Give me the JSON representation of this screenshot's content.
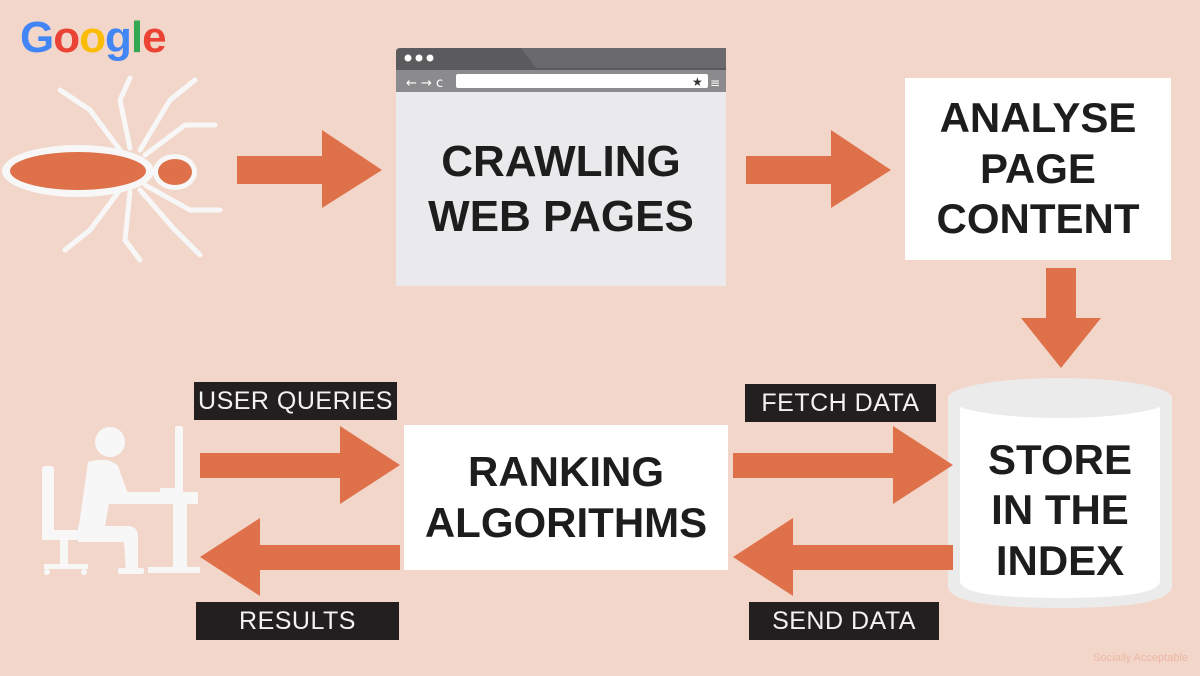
{
  "logo": {
    "letters": [
      "G",
      "o",
      "o",
      "g",
      "l",
      "e"
    ],
    "colors": [
      "#4285f4",
      "#ea4335",
      "#fbbc05",
      "#4285f4",
      "#34a853",
      "#ea4335"
    ]
  },
  "nodes": {
    "crawl": {
      "lines": [
        "CRAWLING",
        "WEB PAGES"
      ]
    },
    "analyse": {
      "lines": [
        "ANALYSE",
        "PAGE",
        "CONTENT"
      ]
    },
    "store": {
      "lines": [
        "STORE",
        "IN THE",
        "INDEX"
      ]
    },
    "rank": {
      "lines": [
        "RANKING",
        "ALGORITHMS"
      ]
    }
  },
  "labels": {
    "user_queries": "USER QUERIES",
    "results": "RESULTS",
    "fetch_data": "FETCH DATA",
    "send_data": "SEND DATA"
  },
  "credit": "Socially Acceptable",
  "colors": {
    "background": "#f3d6ca",
    "arrow": "#de714a",
    "spider": "#de714a",
    "label_bg": "#231f20"
  },
  "icons": {
    "spider": "spider-icon",
    "user": "user-at-computer-icon",
    "database": "database-cylinder-icon",
    "browser": "browser-window-icon"
  }
}
